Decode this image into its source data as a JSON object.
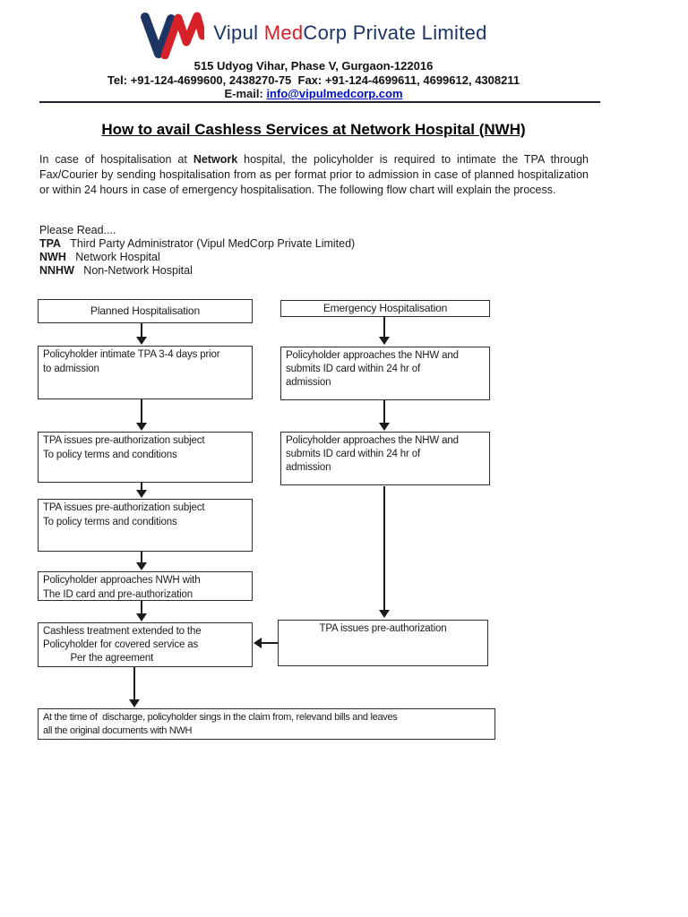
{
  "brand": {
    "logo_colors": {
      "v_navy": "#1c3565",
      "m_red": "#d62128"
    },
    "name_vipul": "Vipul ",
    "name_med": "Med",
    "name_rest": "Corp Private Limited",
    "address": "515 Udyog Vihar, Phase V, Gurgaon-122016",
    "contact": "Tel: +91-124-4699600, 2438270-75  Fax: +91-124-4699611, 4699612, 4308211",
    "email_label": "E-mail: ",
    "email": "info@vipulmedcorp.com"
  },
  "title": "How to avail Cashless Services at Network Hospital (NWH)",
  "intro": {
    "before_bold": "In case of hospitalisation at ",
    "bold": "Network",
    "after_bold": " hospital, the policyholder is required to intimate the TPA through Fax/Courier by sending hospitalisation from as per format prior to admission in case of planned hospitalization or within 24 hours in case of emergency hospitalisation. The following flow chart will explain the process."
  },
  "glossary": {
    "lead": "Please Read....",
    "items": [
      {
        "abbr": "TPA",
        "def": "   Third Party Administrator (Vipul MedCorp Private Limited)"
      },
      {
        "abbr": "NWH",
        "def": "   Network Hospital"
      },
      {
        "abbr": "NNHW",
        "def": "   Non-Network Hospital"
      }
    ]
  },
  "flow": {
    "planned_header": "Planned Hospitalisation",
    "emergency_header": "Emergency Hospitalisation",
    "planned_intimate": "Policyholder intimate TPA 3-4 days prior\nto admission",
    "preauth_subject_1": "TPA issues pre-authorization subject\nTo policy terms and conditions",
    "preauth_subject_2": "TPA issues pre-authorization subject\nTo policy terms and conditions",
    "approach_nwh": "Policyholder approaches NWH with\nThe ID card and pre-authorization",
    "cashless": "Cashless treatment extended to the\nPolicyholder for covered service as\n          Per the agreement",
    "emergency_approach_1": "Policyholder approaches the NHW and\nsubmits ID card within 24 hr of\nadmission",
    "emergency_approach_2": "Policyholder approaches the NHW and\nsubmits ID card within 24 hr of\nadmission",
    "tpa_issues_preauth": "TPA issues pre-authorization",
    "final_step": "At the time of  discharge, policyholder sings in the claim from, relevand bills and leaves\nall the original documents with NWH"
  }
}
